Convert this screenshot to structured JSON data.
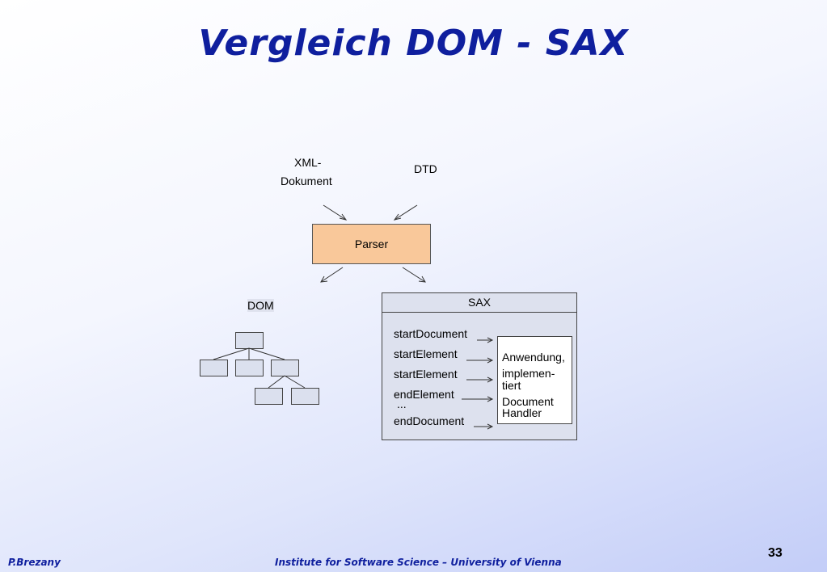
{
  "slide": {
    "title": "Vergleich DOM - SAX",
    "page_number": "33"
  },
  "diagram": {
    "xml_document_label_line1": "XML-",
    "xml_document_label_line2": "Dokument",
    "dtd_label": "DTD",
    "parser_label": "Parser",
    "dom_label": "DOM",
    "sax_title": "SAX",
    "sax_events": [
      "startDocument",
      "startElement",
      "startElement",
      "endElement",
      "...",
      "endDocument"
    ],
    "application_lines": [
      "Anwendung,",
      "implemen-",
      "tiert",
      "Document",
      "Handler"
    ]
  },
  "footer": {
    "author": "P.Brezany",
    "institute": "Institute for Software Science – University of Vienna"
  }
}
